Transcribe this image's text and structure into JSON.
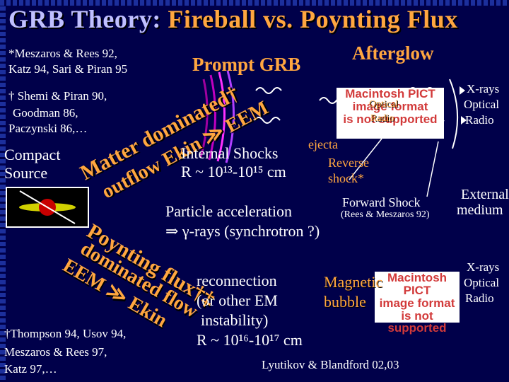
{
  "title": {
    "part1": "GRB Theory: ",
    "part2": "Fireball vs. Poynting Flux"
  },
  "refs_top": {
    "line1": "*Meszaros & Rees 92,",
    "line2": "Katz 94, Sari & Piran 95",
    "line3": "† Shemi & Piran 90,",
    "line4": "Goodman 86,",
    "line5": "Paczynski 86,…"
  },
  "compact_source": {
    "line1": "Compact",
    "line2": "Source"
  },
  "matter_label": {
    "line1": "Matter dominated†",
    "line2": "outflow  Ekin ≫ EEM"
  },
  "prompt_grb": "Prompt GRB",
  "afterglow": "Afterglow",
  "internal_shocks": {
    "line1": "Internal Shocks",
    "line2": "R ~ 10¹³-10¹⁵ cm"
  },
  "ejecta": "ejecta",
  "reverse_shock": {
    "line1": "Reverse",
    "line2": "shock*"
  },
  "forward_shock": {
    "line1": "Forward Shock",
    "line2": "(Rees & Meszaros 92)"
  },
  "external_medium": {
    "line1": "External",
    "line2": "medium"
  },
  "bands_top": {
    "line1": "X-rays",
    "line2": "Optical",
    "line3": "Radio"
  },
  "bands_bottom": {
    "line1": "X-rays",
    "line2": "Optical",
    "line3": "Radio"
  },
  "particle_accel": {
    "line1": "Particle acceleration",
    "line2": "⇒ γ-rays (synchrotron ?)"
  },
  "poynting_label": {
    "line1": "Poynting flux†‡",
    "line2": "dominated flow",
    "line3": "EEM ≫ Ekin"
  },
  "reconnection": {
    "line1": "reconnection",
    "line2": "(or other EM",
    "line3": "instability)",
    "line4": "R ~ 10¹⁶-10¹⁷ cm"
  },
  "magnetic_bubble": {
    "line1": "Magnetic",
    "line2": "bubble"
  },
  "pict_placeholder": {
    "line1": "Macintosh PICT",
    "line2": "image format",
    "line3": "is not supported"
  },
  "pict_overlay_top": {
    "line1": "Optical",
    "line2": "Radio"
  },
  "refs_bottom": {
    "line1": "†Thompson 94, Usov 94,",
    "line2": "Meszaros & Rees 97,",
    "line3": "Katz 97,…"
  },
  "lyutikov_ref": "Lyutikov & Blandford 02,03"
}
